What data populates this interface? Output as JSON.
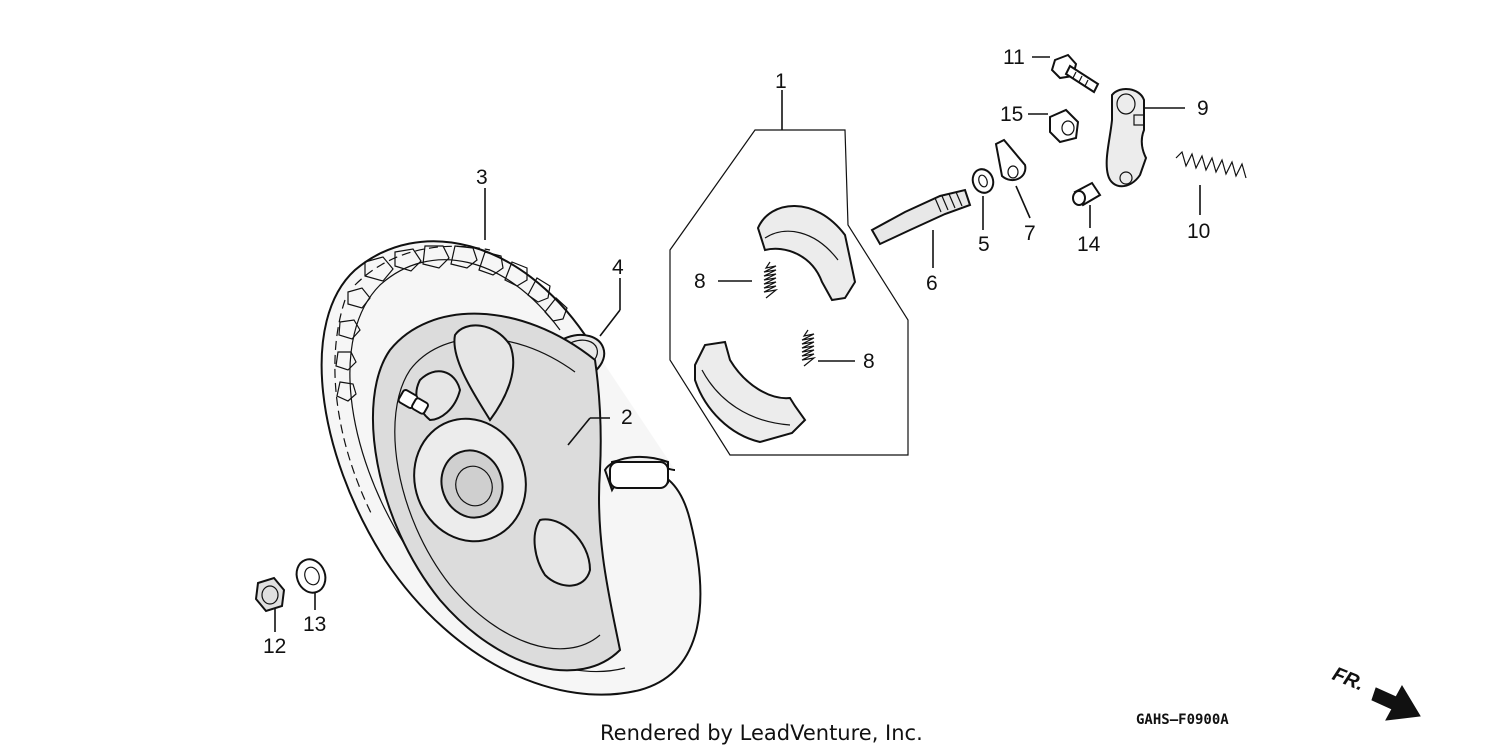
{
  "callouts": [
    {
      "id": "1",
      "label": "1"
    },
    {
      "id": "2",
      "label": "2"
    },
    {
      "id": "3",
      "label": "3"
    },
    {
      "id": "4",
      "label": "4"
    },
    {
      "id": "5",
      "label": "5"
    },
    {
      "id": "6",
      "label": "6"
    },
    {
      "id": "7",
      "label": "7"
    },
    {
      "id": "8a",
      "label": "8"
    },
    {
      "id": "8b",
      "label": "8"
    },
    {
      "id": "9",
      "label": "9"
    },
    {
      "id": "10",
      "label": "10"
    },
    {
      "id": "11",
      "label": "11"
    },
    {
      "id": "12",
      "label": "12"
    },
    {
      "id": "13",
      "label": "13"
    },
    {
      "id": "14",
      "label": "14"
    },
    {
      "id": "15",
      "label": "15"
    }
  ],
  "footer": {
    "credit": "Rendered by LeadVenture, Inc.",
    "diagram_code": "GAHS—F0900A",
    "direction_label": "FR."
  },
  "colors": {
    "line": "#111111",
    "background": "#ffffff",
    "tire_fill": "#f2f2f2",
    "rim_fill": "#d9d9d9"
  }
}
